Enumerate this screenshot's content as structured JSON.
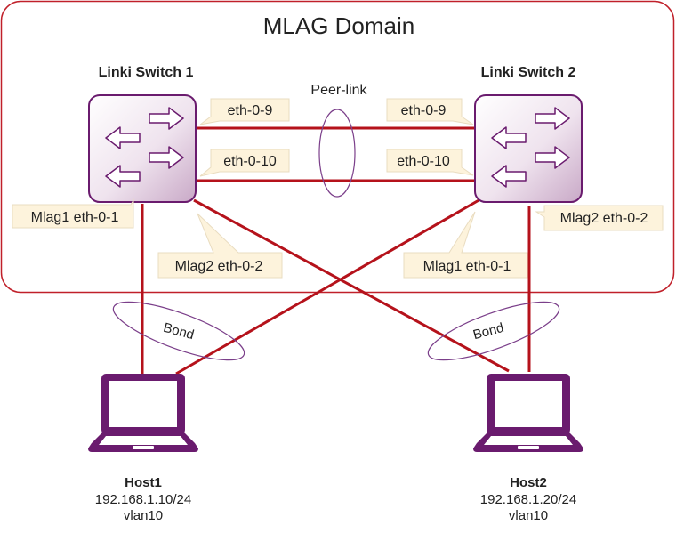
{
  "domain_title": "MLAG Domain",
  "peer_link_label": "Peer-link",
  "bond_label": "Bond",
  "switches": [
    {
      "name": "Linki Switch 1",
      "port_top": "eth-0-9",
      "port_bottom": "eth-0-10"
    },
    {
      "name": "Linki Switch 2",
      "port_top": "eth-0-9",
      "port_bottom": "eth-0-10"
    }
  ],
  "mlag_labels": {
    "sw1_down": "Mlag1 eth-0-1",
    "sw1_cross": "Mlag2 eth-0-2",
    "sw2_cross": "Mlag1 eth-0-1",
    "sw2_down": "Mlag2 eth-0-2"
  },
  "hosts": [
    {
      "name": "Host1",
      "ip": "192.168.1.10/24",
      "vlan": "vlan10"
    },
    {
      "name": "Host2",
      "ip": "192.168.1.20/24",
      "vlan": "vlan10"
    }
  ],
  "colors": {
    "link": "#b5121b",
    "frame": "#c0202a",
    "purple": "#6a1b6e",
    "callout_fill": "#fdf3dc",
    "callout_stroke": "#e9dcc0"
  }
}
